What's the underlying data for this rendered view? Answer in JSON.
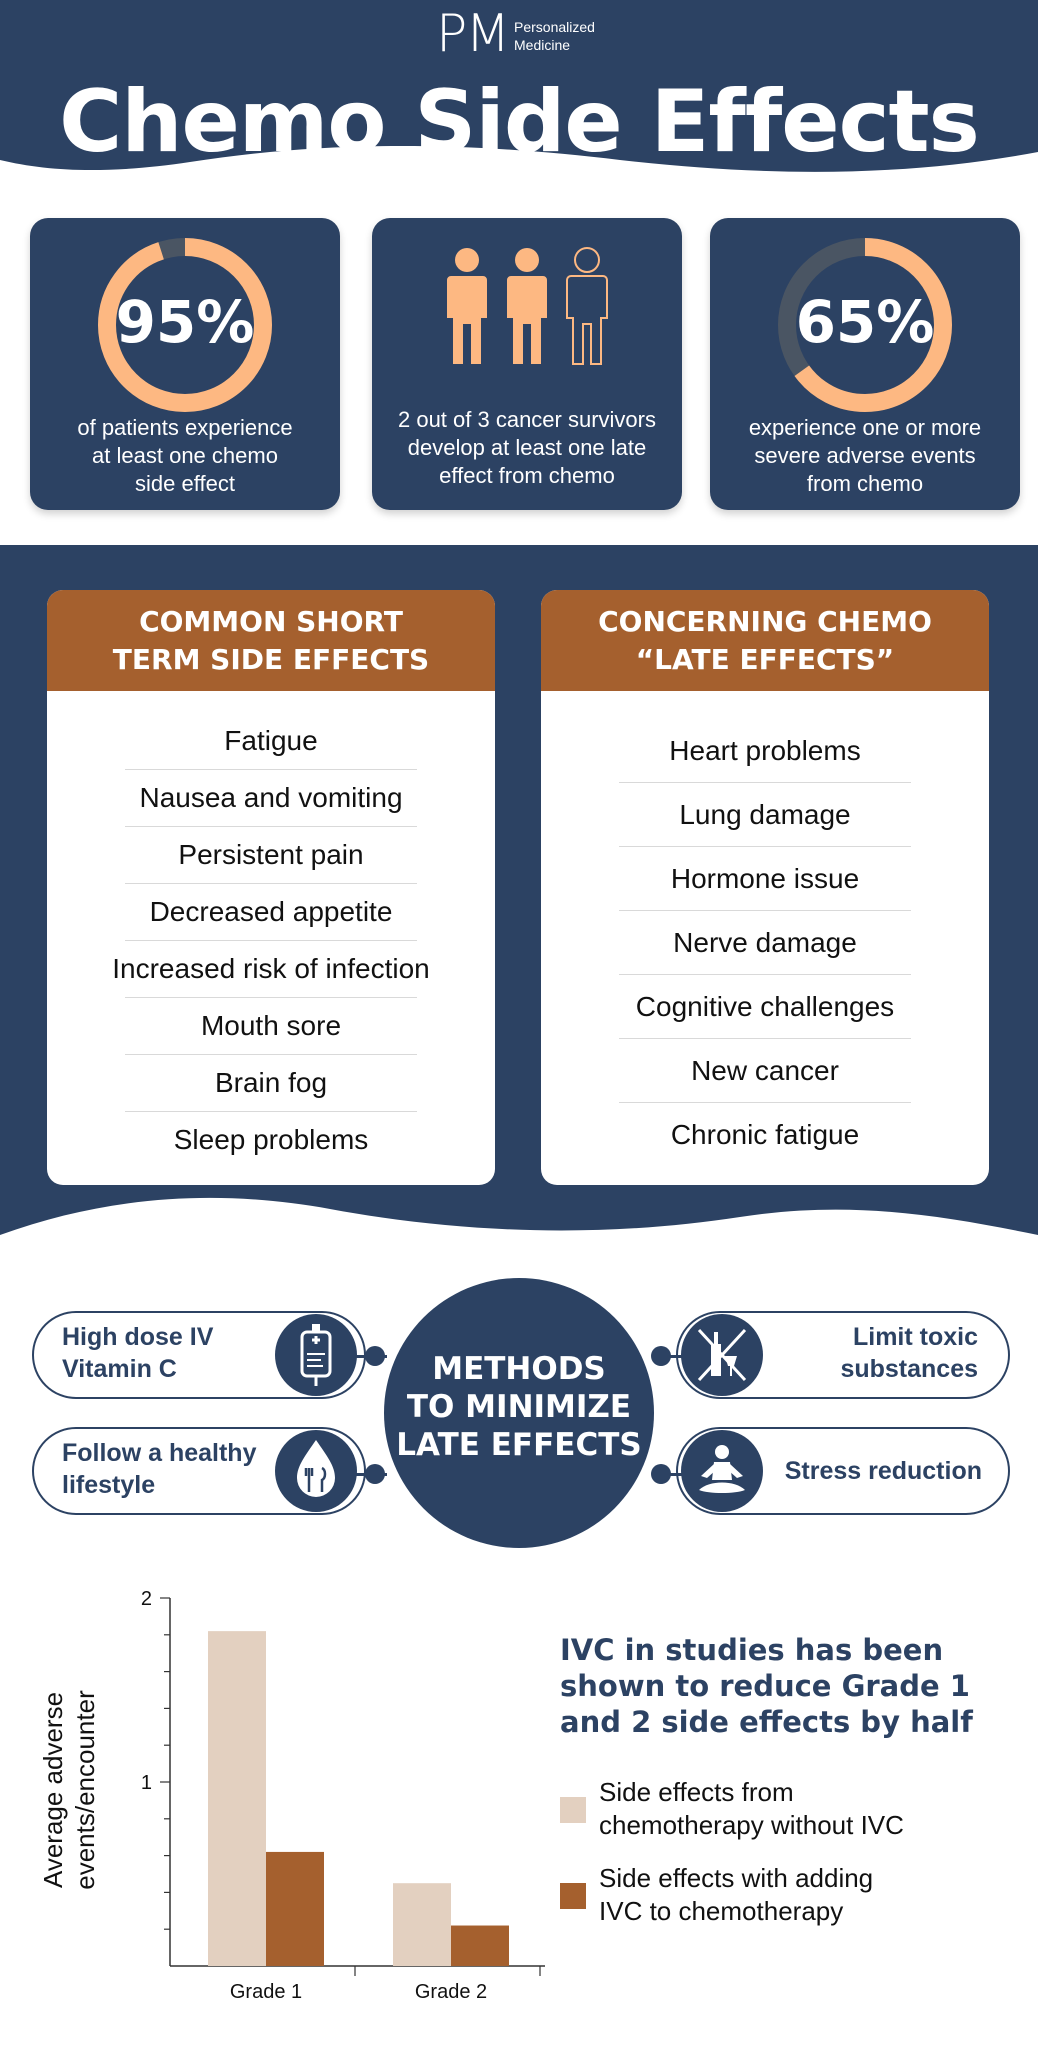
{
  "header": {
    "logo_mark": "PM",
    "logo_line1": "Personalized",
    "logo_line2": "Medicine",
    "title": "Chemo Side Effects"
  },
  "stats": [
    {
      "value": "95%",
      "fraction": 0.95,
      "line1": "of patients experience",
      "line2": "at least one chemo",
      "line3": "side effect"
    },
    {
      "value": "2 out of 3",
      "fraction": 0.667,
      "line1": "2 out of 3 cancer survivors",
      "line2": "develop at least one late",
      "line3": "effect from chemo"
    },
    {
      "value": "65%",
      "fraction": 0.65,
      "line1": "experience one or more",
      "line2": "severe adverse events",
      "line3": "from chemo"
    }
  ],
  "short_term": {
    "title_line1": "COMMON SHORT",
    "title_line2": "TERM SIDE EFFECTS",
    "items": [
      "Fatigue",
      "Nausea and vomiting",
      "Persistent pain",
      "Decreased appetite",
      "Increased risk of infection",
      "Mouth sore",
      "Brain fog",
      "Sleep problems"
    ]
  },
  "late_effects": {
    "title_line1": "CONCERNING CHEMO",
    "title_line2": "“LATE EFFECTS”",
    "items": [
      "Heart problems",
      "Lung damage",
      "Hormone issue",
      "Nerve damage",
      "Cognitive challenges",
      "New cancer",
      "Chronic fatigue"
    ]
  },
  "methods": {
    "center_line1": "METHODS",
    "center_line2": "TO MINIMIZE",
    "center_line3": "LATE EFFECTS",
    "ivc_line1": "High dose IV",
    "ivc_line2": "Vitamin C",
    "lifestyle_line1": "Follow a healthy",
    "lifestyle_line2": "lifestyle",
    "toxic_line1": "Limit toxic",
    "toxic_line2": "substances",
    "stress": "Stress reduction",
    "icons": [
      "iv-bag-icon",
      "food-drop-icon",
      "no-alcohol-icon",
      "meditation-icon"
    ]
  },
  "chart_data": {
    "type": "bar",
    "categories": [
      "Grade 1",
      "Grade 2"
    ],
    "series": [
      {
        "name": "Side effects from chemotherapy without IVC",
        "values": [
          1.82,
          0.45
        ],
        "color": "#e3d0c0"
      },
      {
        "name": "Side effects with adding IVC to chemotherapy",
        "values": [
          0.62,
          0.22
        ],
        "color": "#a5602e"
      }
    ],
    "ylabel_line1": "Average adverse",
    "ylabel_line2": "events/encounter",
    "ylim": [
      0,
      2
    ],
    "yticks": [
      "1",
      "2"
    ],
    "title_line1": "IVC in studies has been",
    "title_line2": "shown to reduce Grade 1",
    "title_line3": "and 2 side effects by half",
    "legend": [
      {
        "line1": "Side effects from",
        "line2": "chemotherapy without IVC"
      },
      {
        "line1": "Side effects with adding",
        "line2": "IVC to chemotherapy"
      }
    ]
  },
  "colors": {
    "navy": "#2c4263",
    "orange": "#fdb882",
    "brown": "#a5602e",
    "beige": "#e3d0c0"
  }
}
